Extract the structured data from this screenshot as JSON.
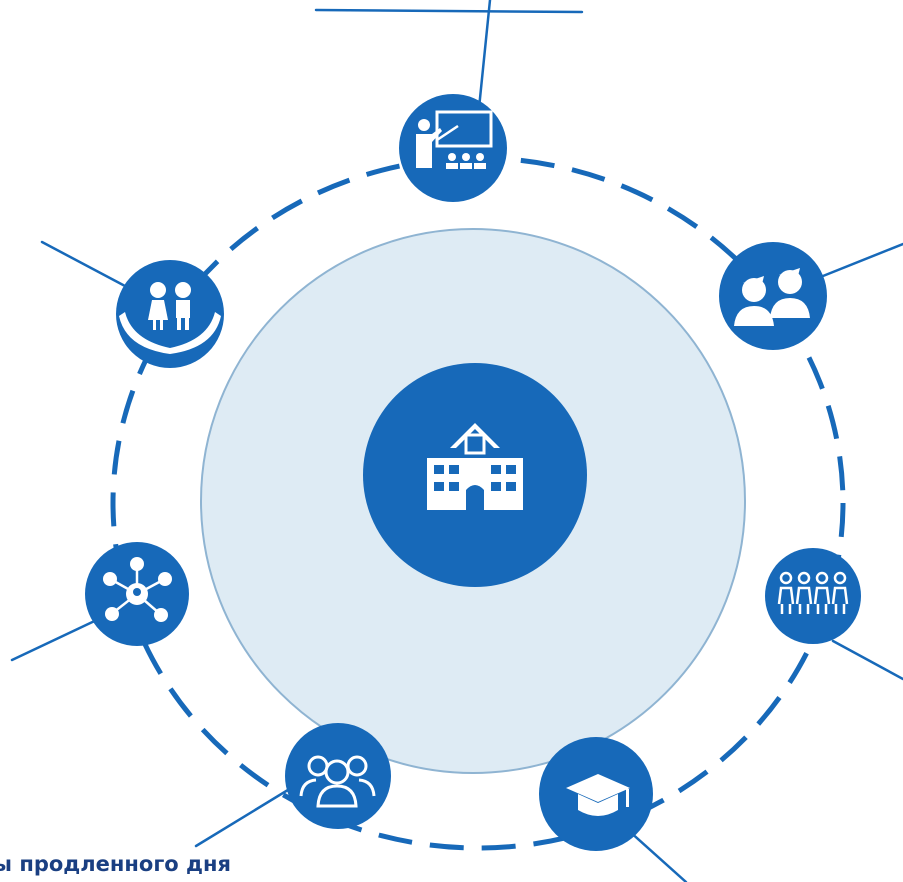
{
  "caption": "ппы продленного дня",
  "colors": {
    "primary": "#1769b9",
    "inner_fill": "#deebf4",
    "inner_stroke": "#8fb4d2",
    "caption": "#1a3f82"
  },
  "nodes": [
    {
      "name": "center-node",
      "icon": "school-building-icon"
    },
    {
      "name": "node-teacher",
      "icon": "teacher-classroom-icon"
    },
    {
      "name": "node-students",
      "icon": "two-students-icon"
    },
    {
      "name": "node-group",
      "icon": "group-of-children-icon"
    },
    {
      "name": "node-graduation",
      "icon": "graduation-cap-icon"
    },
    {
      "name": "node-community",
      "icon": "people-group-icon"
    },
    {
      "name": "node-network",
      "icon": "network-hub-icon"
    },
    {
      "name": "node-child-care",
      "icon": "children-in-hands-icon"
    }
  ]
}
